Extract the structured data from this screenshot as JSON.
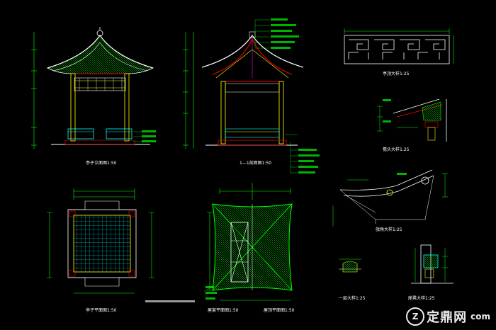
{
  "drawings": {
    "front_elevation": "亭子立面图1:50",
    "section_1_1": "1—1剖面图1:50",
    "railing_detail": "亭顶大样1:25",
    "eave_detail_a": "檐头大样1:25",
    "eave_detail_b": "戗角大样1:25",
    "plan": "亭子平面图1:50",
    "roof_framing_plan": "屋架平面图1:50",
    "roof_plan": "屋顶平面图1:50",
    "detail_c": "一层大样1:25",
    "detail_d": "座凳大样1:25"
  },
  "watermark": {
    "logo": "Z",
    "brand": "定鼎网",
    "domain": "com"
  },
  "colors": {
    "background": "#000000",
    "line_green": "#00ff00",
    "line_white": "#ffffff",
    "line_red": "#ff0000",
    "line_cyan": "#00ffff",
    "line_yellow": "#ffff00",
    "line_magenta": "#ff00ff"
  }
}
